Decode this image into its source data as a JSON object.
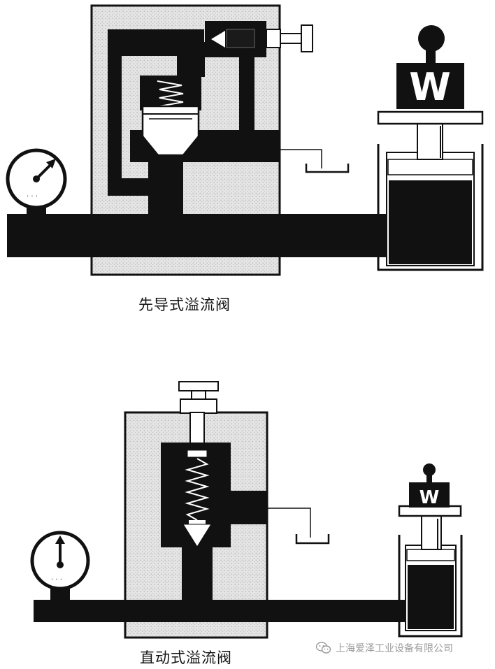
{
  "figures": [
    {
      "caption": "先导式溢流阀",
      "weight_label": "W"
    },
    {
      "caption": "直动式溢流阀",
      "weight_label": "W"
    }
  ],
  "watermark": {
    "text": "上海爱泽工业设备有限公司",
    "icon": "wechat-icon"
  },
  "colors": {
    "fluid": "#111111",
    "body_fill": "#e2e2e2",
    "outline": "#111111",
    "background": "#ffffff"
  }
}
